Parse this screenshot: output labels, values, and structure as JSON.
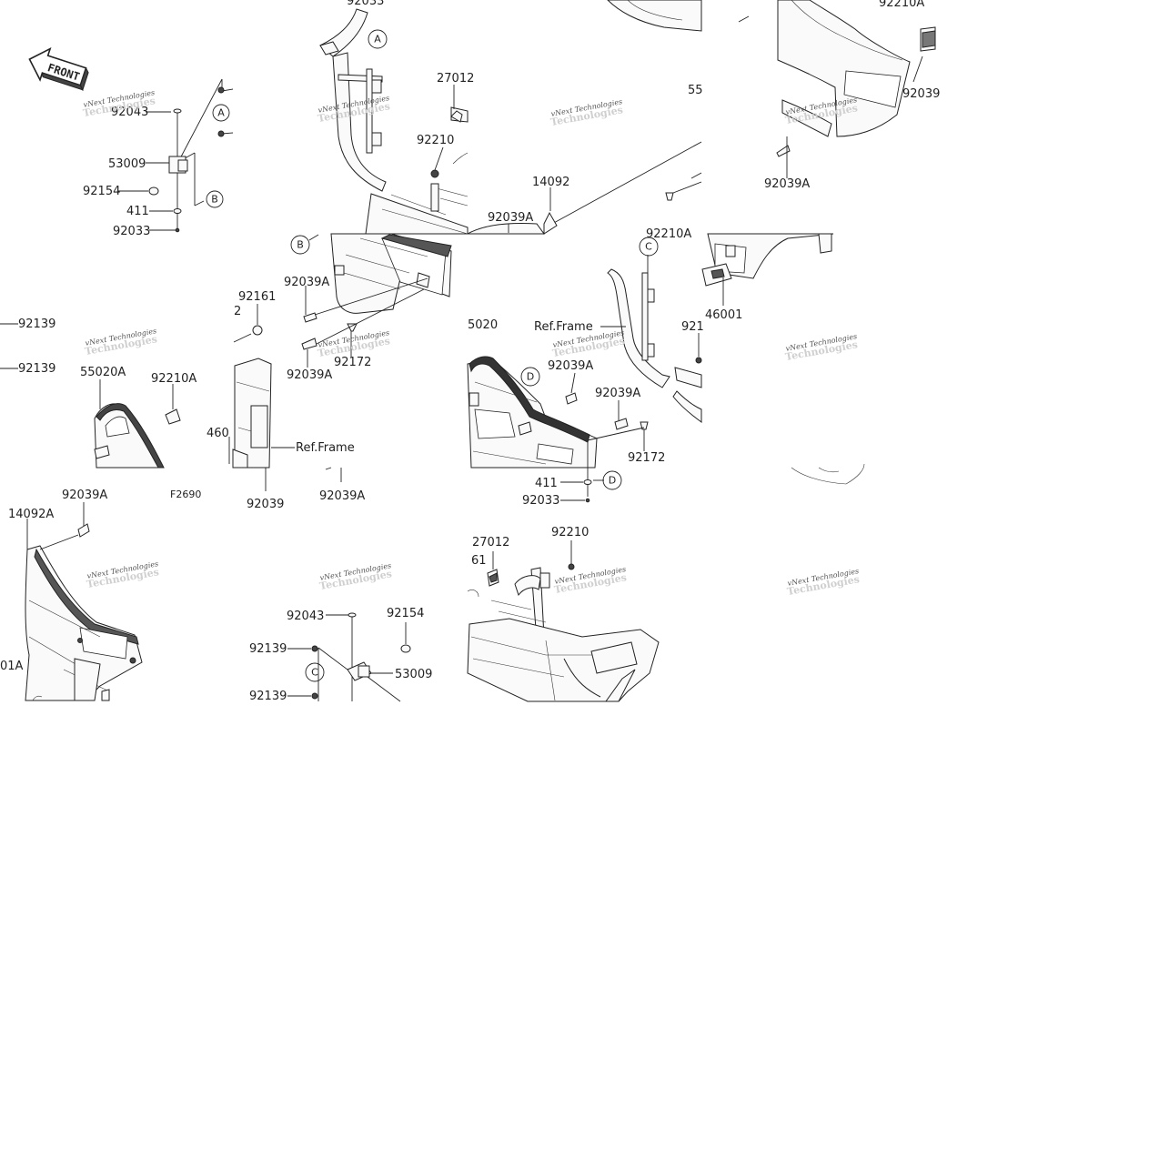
{
  "front_arrow": {
    "text": "FRONT"
  },
  "labels": [
    {
      "id": "t1",
      "text": "92033"
    },
    {
      "id": "t2",
      "text": "92043"
    },
    {
      "id": "t3",
      "text": "53009"
    },
    {
      "id": "t4",
      "text": "92154"
    },
    {
      "id": "t5",
      "text": "411"
    },
    {
      "id": "t6",
      "text": "92033"
    },
    {
      "id": "t7",
      "text": "27012"
    },
    {
      "id": "t8",
      "text": "92210"
    },
    {
      "id": "t9",
      "text": "55"
    },
    {
      "id": "t10",
      "text": "14092"
    },
    {
      "id": "t11",
      "text": "92039A"
    },
    {
      "id": "t12",
      "text": "92210A"
    },
    {
      "id": "t13",
      "text": "92210A"
    },
    {
      "id": "t14",
      "text": "92039"
    },
    {
      "id": "t15",
      "text": "92039A"
    },
    {
      "id": "t16",
      "text": "92139"
    },
    {
      "id": "t17",
      "text": "92139"
    },
    {
      "id": "t18",
      "text": "92161"
    },
    {
      "id": "t19",
      "text": "2"
    },
    {
      "id": "t20",
      "text": "92039A"
    },
    {
      "id": "t21",
      "text": "92172"
    },
    {
      "id": "t22",
      "text": "92039A"
    },
    {
      "id": "t23",
      "text": "55020A"
    },
    {
      "id": "t24",
      "text": "92210A"
    },
    {
      "id": "t25",
      "text": "460"
    },
    {
      "id": "t26",
      "text": "Ref.Frame"
    },
    {
      "id": "t27",
      "text": "92039"
    },
    {
      "id": "t28",
      "text": "92039A"
    },
    {
      "id": "t29",
      "text": "F2690"
    },
    {
      "id": "t30",
      "text": "5020"
    },
    {
      "id": "t31",
      "text": "Ref.Frame"
    },
    {
      "id": "t32",
      "text": "92039A"
    },
    {
      "id": "t33",
      "text": "92039A"
    },
    {
      "id": "t34",
      "text": "92172"
    },
    {
      "id": "t35",
      "text": "411"
    },
    {
      "id": "t36",
      "text": "92033"
    },
    {
      "id": "t37",
      "text": "46001"
    },
    {
      "id": "t38",
      "text": "921"
    },
    {
      "id": "t39",
      "text": "92039A"
    },
    {
      "id": "t40",
      "text": "14092A"
    },
    {
      "id": "t41",
      "text": "01A"
    },
    {
      "id": "t42",
      "text": "92043"
    },
    {
      "id": "t43",
      "text": "92154"
    },
    {
      "id": "t44",
      "text": "92139"
    },
    {
      "id": "t45",
      "text": "53009"
    },
    {
      "id": "t46",
      "text": "92139"
    },
    {
      "id": "t47",
      "text": "27012"
    },
    {
      "id": "t48",
      "text": "92210"
    },
    {
      "id": "t49",
      "text": "61"
    }
  ],
  "callouts": [
    {
      "id": "cA1",
      "text": "A"
    },
    {
      "id": "cA2",
      "text": "A"
    },
    {
      "id": "cB1",
      "text": "B"
    },
    {
      "id": "cB2",
      "text": "B"
    },
    {
      "id": "cC1",
      "text": "C"
    },
    {
      "id": "cC2",
      "text": "C"
    },
    {
      "id": "cD1",
      "text": "D"
    },
    {
      "id": "cD2",
      "text": "D"
    }
  ],
  "watermark": {
    "line1": "vNext Technologies",
    "line2": "Technologies"
  }
}
